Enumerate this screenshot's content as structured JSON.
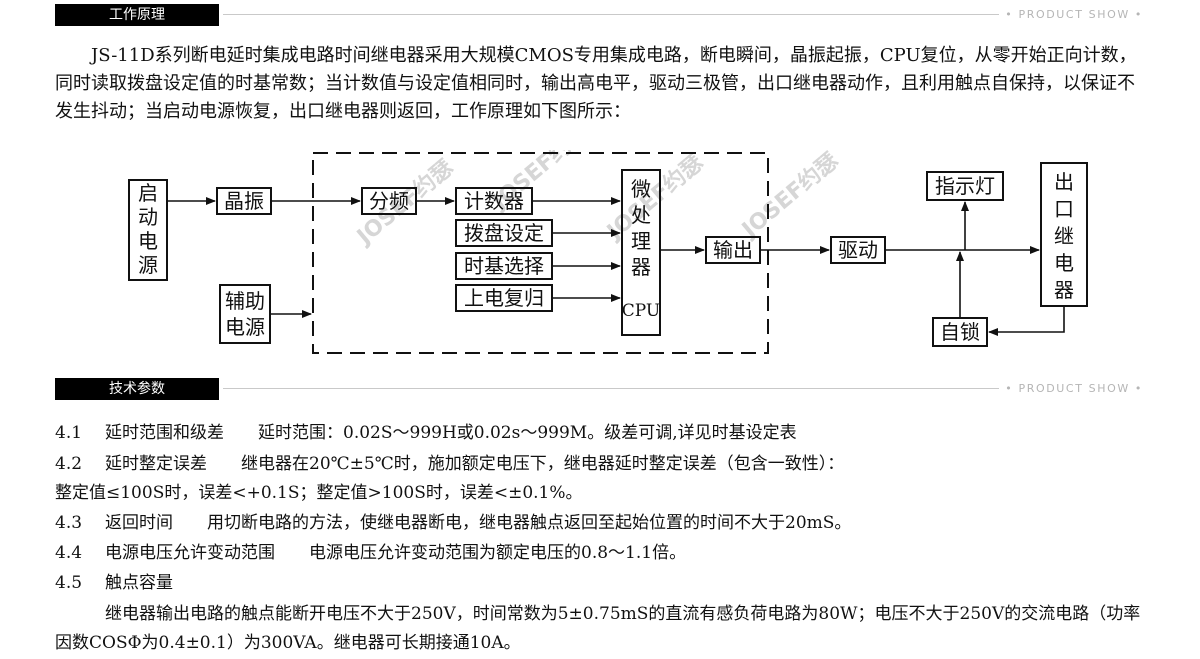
{
  "section1": {
    "title": "工作原理",
    "tag": "PRODUCT SHOW"
  },
  "intro": "JS-11D系列断电延时集成电路时间继电器采用大规模CMOS专用集成电路，断电瞬间，晶振起振，CPU复位，从零开始正向计数，同时读取拨盘设定值的时基常数；当计数值与设定值相同时，输出高电平，驱动三极管，出口继电器动作，且利用触点自保持，以保证不发生抖动；当启动电源恢复，出口继电器则返回，工作原理如下图所示：",
  "diagram": {
    "start": [
      "启",
      "动",
      "电",
      "源"
    ],
    "aux": [
      "辅助",
      "电源"
    ],
    "crystal": "晶振",
    "divider": "分频",
    "counter": "计数器",
    "dial": "拨盘设定",
    "timebase": "时基选择",
    "reset": "上电复归",
    "cpu": [
      "微",
      "处",
      "理",
      "器",
      "CPU"
    ],
    "output": "输出",
    "drive": "驱动",
    "indicator": "指示灯",
    "relay": [
      "出",
      "口",
      "继",
      "电",
      "器"
    ],
    "selflock": "自锁",
    "watermark": "JOSEF约瑟"
  },
  "section2": {
    "title": "技术参数",
    "tag": "PRODUCT SHOW"
  },
  "specs": [
    {
      "num": "4.1",
      "title": "延时范围和级差",
      "text": "延时范围：0.02S～999H或0.02s～999M。级差可调,详见时基设定表"
    },
    {
      "num": "4.2",
      "title": "延时整定误差",
      "text": "继电器在20℃±5℃时，施加额定电压下，继电器延时整定误差（包含一致性）：",
      "cont": "整定值≤100S时，误差<+0.1S；整定值>100S时，误差<±0.1%。"
    },
    {
      "num": "4.3",
      "title": "返回时间",
      "text": "用切断电路的方法，使继电器断电，继电器触点返回至起始位置的时间不大于20mS。"
    },
    {
      "num": "4.4",
      "title": "电源电压允许变动范围",
      "text": "电源电压允许变动范围为额定电压的0.8～1.1倍。"
    },
    {
      "num": "4.5",
      "title": "触点容量",
      "text": ""
    }
  ],
  "contact": "继电器输出电路的触点能断开电压不大于250V，时间常数为5±0.75mS的直流有感负荷电路为80W；电压不大于250V的交流电路（功率因数COSΦ为0.4±0.1）为300VA。继电器可长期接通10A。"
}
